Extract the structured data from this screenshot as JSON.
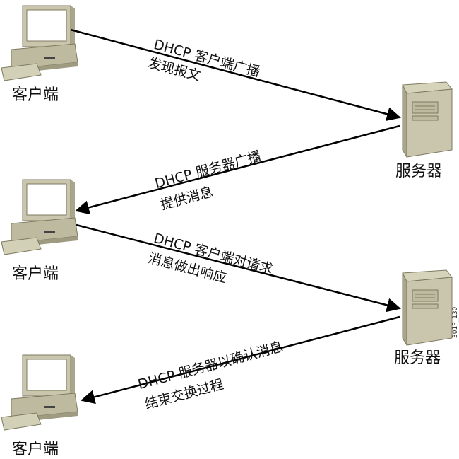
{
  "nodes": {
    "client1_label": "客户端",
    "client2_label": "客户端",
    "client3_label": "客户端",
    "server1_label": "服务器",
    "server2_label": "服务器"
  },
  "messages": [
    {
      "line1": "DHCP 客户端广播",
      "line2": "发现报文"
    },
    {
      "line1": "DHCP 服务器广播",
      "line2": "提供消息"
    },
    {
      "line1": "DHCP 客户端对请求",
      "line2": "消息做出响应"
    },
    {
      "line1": "DHCP 服务器以确认消息",
      "line2": "结束交换过程"
    }
  ],
  "figure_id": "301P_130"
}
